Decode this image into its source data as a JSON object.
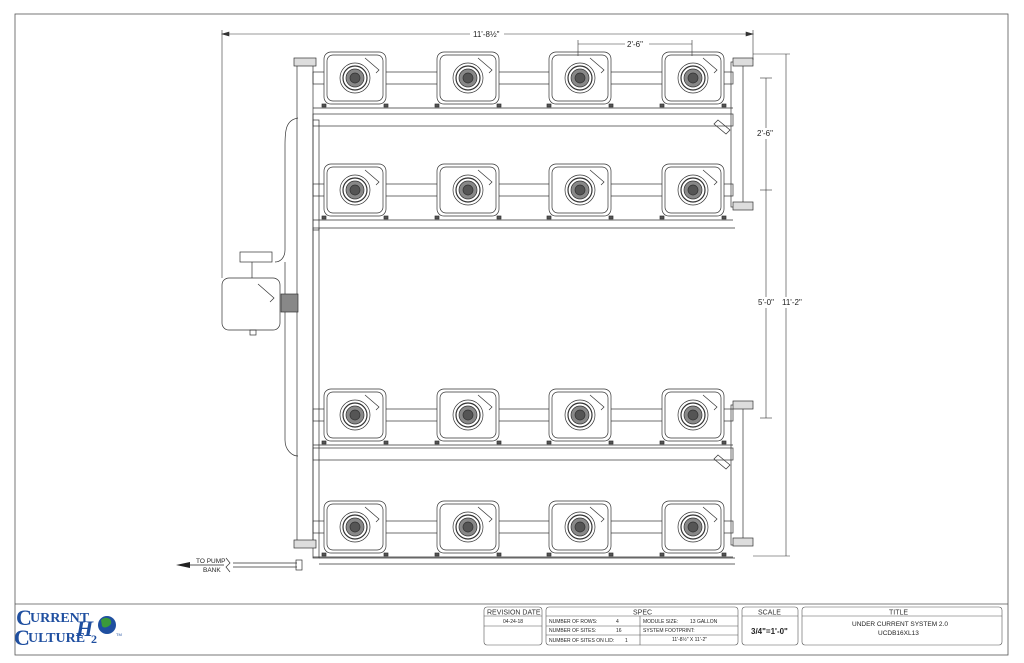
{
  "dimensions": {
    "overall_width": "11'-8½\"",
    "site_spacing": "2'-6\"",
    "row_spacing": "2'-6\"",
    "gap_length": "5'-0\"",
    "overall_length": "11'-2\""
  },
  "labels": {
    "to_pump_line1": "TO PUMP",
    "to_pump_line2": "BANK"
  },
  "layout": {
    "rows": 4,
    "sites_per_row": 4
  },
  "title_block": {
    "revision_header": "REVISION DATE",
    "revision_date": "04-24-18",
    "spec_header": "SPEC",
    "number_of_rows_label": "NUMBER OF ROWS:",
    "number_of_rows_value": "4",
    "number_of_sites_label": "NUMBER OF SITES:",
    "number_of_sites_value": "16",
    "sites_on_lid_label": "NUMBER OF SITES ON LID:",
    "sites_on_lid_value": "1",
    "module_size_label": "MODULE SIZE:",
    "module_size_value": "13 GALLON",
    "footprint_label": "SYSTEM FOOTPRINT:",
    "footprint_value": "11'-8½\" X 11'-2\"",
    "scale_header": "SCALE",
    "scale_value": "3/4\"=1'-0\"",
    "title_header": "TITLE",
    "title_line1": "UNDER CURRENT SYSTEM 2.0",
    "title_line2": "UCDB16XL13"
  },
  "logo": {
    "word1": "URRENT",
    "word2": "ULTURE",
    "letter_c": "C",
    "h": "H",
    "sub2": "2",
    "trademark": "TM"
  },
  "colors": {
    "line": "#333333",
    "logo_blue": "#1f4fa0",
    "logo_green": "#3a9a3a"
  }
}
